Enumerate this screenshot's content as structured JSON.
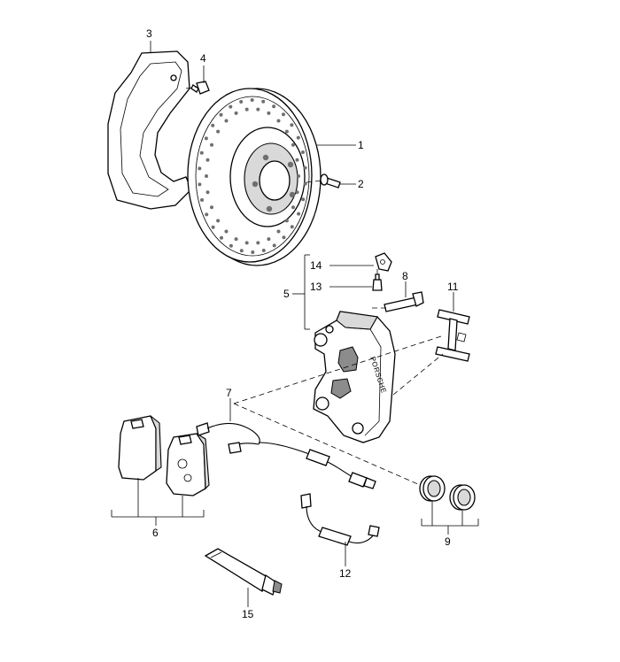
{
  "callouts": {
    "c1": "1",
    "c2": "2",
    "c3": "3",
    "c4": "4",
    "c5": "5",
    "c6": "6",
    "c7": "7",
    "c8": "8",
    "c9": "9",
    "c11": "11",
    "c12": "12",
    "c13": "13",
    "c14": "14",
    "c15": "15"
  },
  "caliper_lettering": "PORSCHE"
}
